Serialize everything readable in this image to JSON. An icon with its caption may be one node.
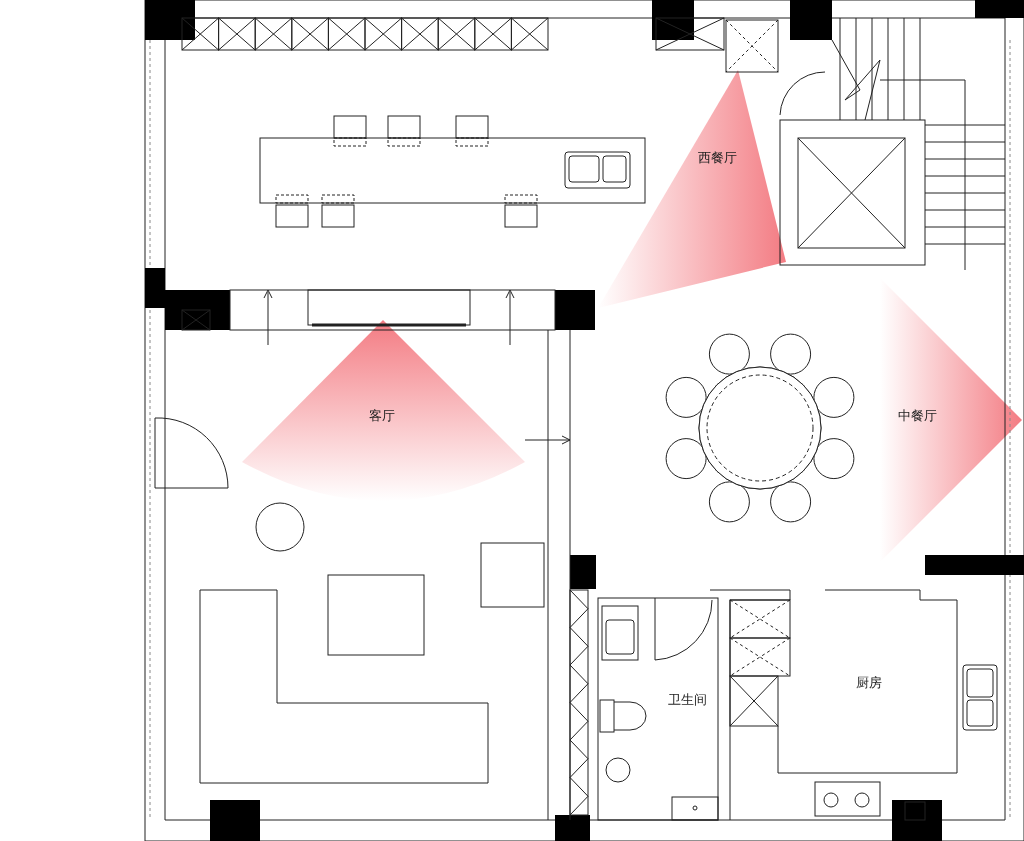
{
  "diagram": {
    "labels": [
      "西餐厅",
      "客厅",
      "中餐厅",
      "厨房",
      "卫生间"
    ]
  }
}
